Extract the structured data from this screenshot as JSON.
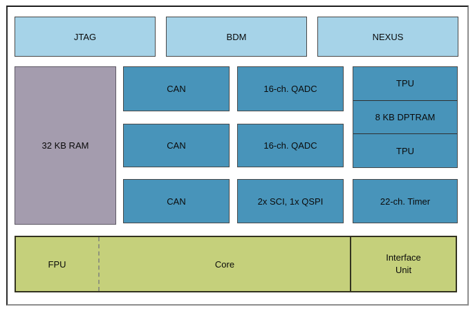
{
  "colors": {
    "light_blue": "#a6d3e8",
    "teal": "#4894ba",
    "purple": "#a49cae",
    "green": "#c5d07b"
  },
  "blocks": {
    "jtag": "JTAG",
    "bdm": "BDM",
    "nexus": "NEXUS",
    "ram": "32 KB RAM",
    "can_1": "CAN",
    "can_2": "CAN",
    "can_3": "CAN",
    "qadc_1": "16-ch. QADC",
    "qadc_2": "16-ch. QADC",
    "tpu_1": "TPU",
    "dptram": "8 KB DPTRAM",
    "tpu_2": "TPU",
    "sci_qspi": "2x SCI, 1x QSPI",
    "timer": "22-ch. Timer",
    "fpu": "FPU",
    "core": "Core",
    "interface_unit": "Interface\nUnit"
  }
}
